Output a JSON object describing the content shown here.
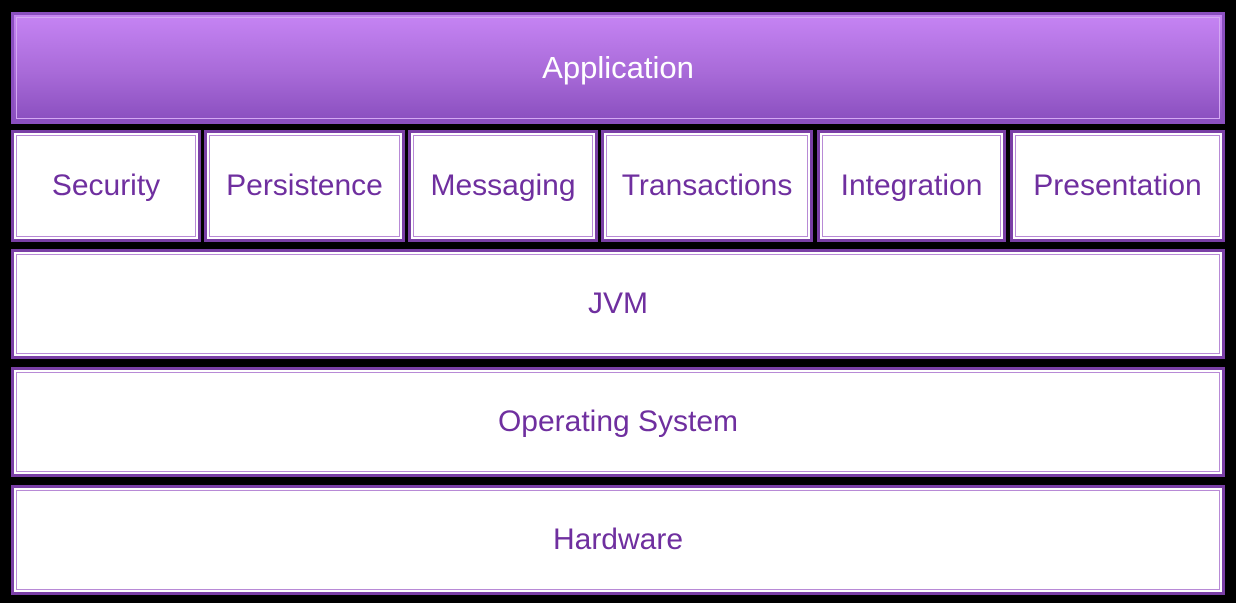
{
  "diagram": {
    "application": "Application",
    "services": [
      "Security",
      "Persistence",
      "Messaging",
      "Transactions",
      "Integration",
      "Presentation"
    ],
    "jvm": "JVM",
    "operating_system": "Operating System",
    "hardware": "Hardware"
  },
  "colors": {
    "accent": "#7a3fa6",
    "application_fill_top": "#c684f4",
    "application_fill_bottom": "#8a4fbf",
    "text": "#6f2f9f",
    "background": "#000000"
  }
}
